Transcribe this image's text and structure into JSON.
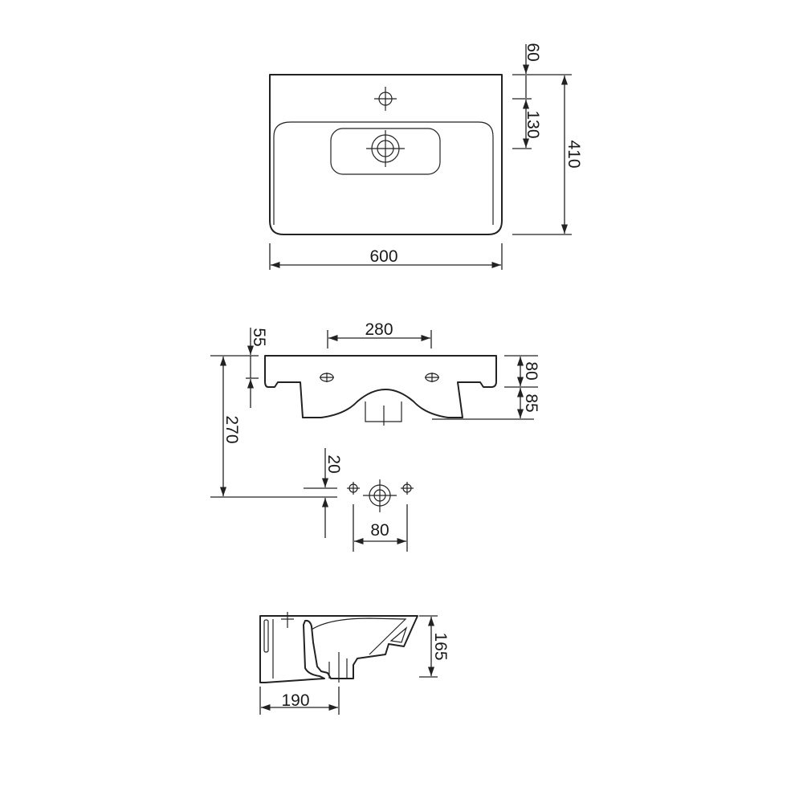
{
  "top_view": {
    "width": "600",
    "depth": "410",
    "tap_offset": "60",
    "drain_offset": "130"
  },
  "front_view": {
    "holes_spacing": "280",
    "hole_height": "55",
    "total_height": "270",
    "upper_height": "80",
    "lower_height": "85",
    "bottom_hole_offset": "20",
    "bottom_hole_spacing": "80"
  },
  "side_view": {
    "height": "165",
    "drain_depth": "190"
  },
  "colors": {
    "line": "#222222",
    "background": "#ffffff"
  }
}
